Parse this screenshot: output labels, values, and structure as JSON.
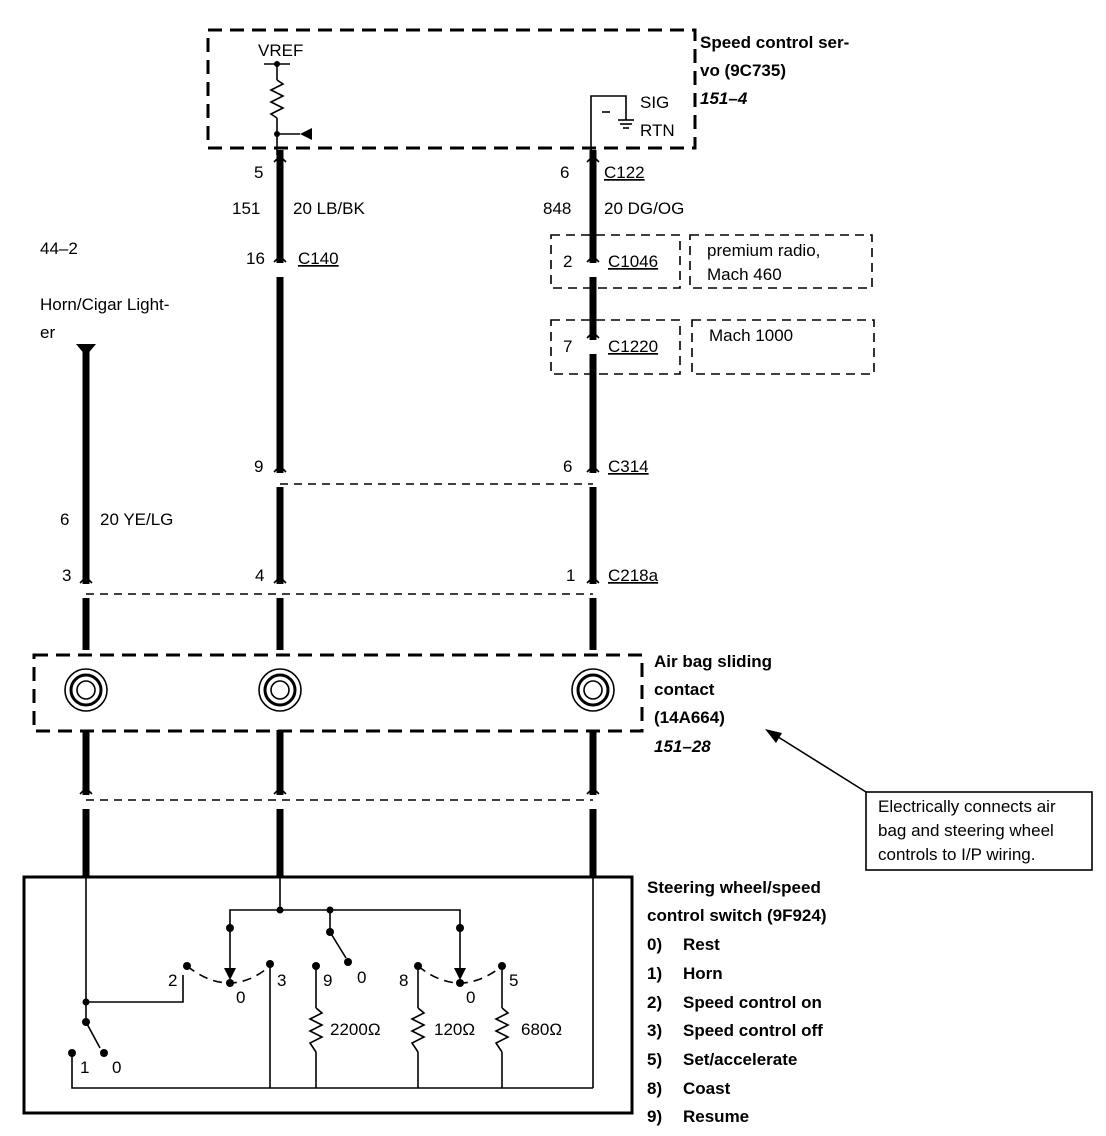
{
  "servo": {
    "title_line1": "Speed control ser-",
    "title_line2": "vo (9C735)",
    "ref": "151–4",
    "vref": "VREF",
    "sig": "SIG",
    "rtn": "RTN"
  },
  "wires": {
    "pin5": "5",
    "circuit151": "151",
    "wire151": "20 LB/BK",
    "pin6": "6",
    "conn_c122": "C122",
    "circuit848": "848",
    "wire848": "20 DG/OG",
    "pin16": "16",
    "conn_c140": "C140",
    "pin2": "2",
    "conn_c1046": "C1046",
    "note_c1046_line1": "premium radio,",
    "note_c1046_line2": "Mach 460",
    "pin7": "7",
    "conn_c1220": "C1220",
    "note_c1220": "Mach 1000",
    "pin9": "9",
    "pin6b": "6",
    "conn_c314": "C314",
    "horn_ref": "44–2",
    "horn_line1": "Horn/Cigar Light-",
    "horn_line2": "er",
    "horn_circuit": "6",
    "horn_wire": "20 YE/LG",
    "pin3": "3",
    "pin4": "4",
    "pin1": "1",
    "conn_c218a": "C218a"
  },
  "airbag": {
    "line1": "Air bag sliding",
    "line2": "contact",
    "line3": "(14A664)",
    "ref": "151–28"
  },
  "callout": {
    "line1": "Electrically connects air",
    "line2": "bag and steering wheel",
    "line3": "controls to I/P wiring."
  },
  "switch": {
    "title_line1": "Steering wheel/speed",
    "title_line2": "control switch (9F924)",
    "legend": [
      {
        "code": "0)",
        "label": "Rest"
      },
      {
        "code": "1)",
        "label": "Horn"
      },
      {
        "code": "2)",
        "label": "Speed control on"
      },
      {
        "code": "3)",
        "label": "Speed control off"
      },
      {
        "code": "5)",
        "label": "Set/accelerate"
      },
      {
        "code": "8)",
        "label": "Coast"
      },
      {
        "code": "9)",
        "label": "Resume"
      }
    ],
    "pos2": "2",
    "pos0a": "0",
    "pos3": "3",
    "pos9": "9",
    "pos0b": "0",
    "pos8": "8",
    "pos0c": "0",
    "pos5": "5",
    "pos1": "1",
    "pos0d": "0",
    "r1": "2200Ω",
    "r2": "120Ω",
    "r3": "680Ω"
  }
}
